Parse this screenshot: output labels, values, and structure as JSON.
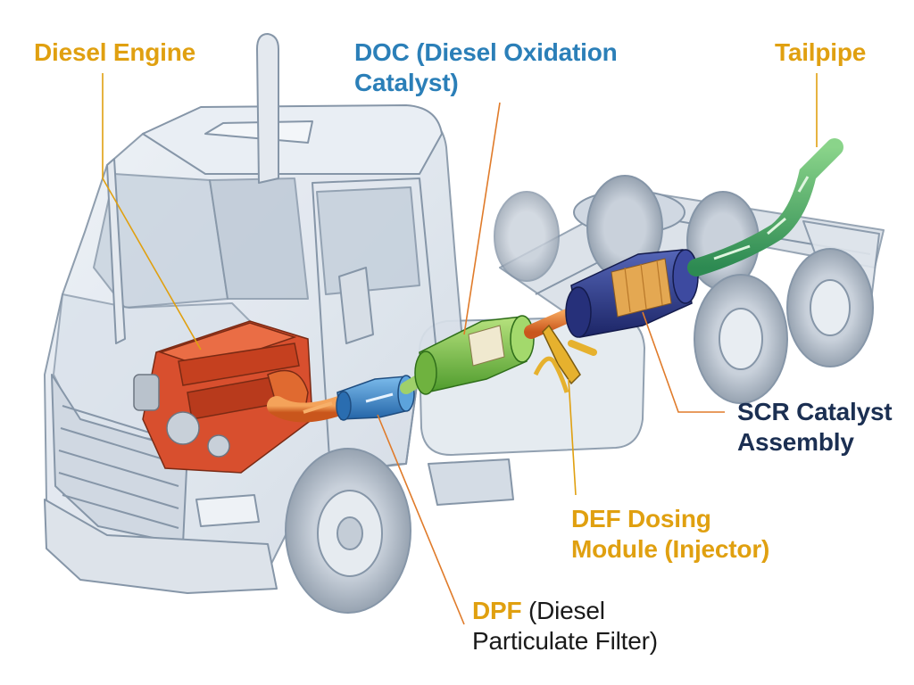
{
  "colors": {
    "label_gold": "#e0a010",
    "label_blue": "#2b7fb8",
    "label_navy": "#1b2f52",
    "label_black": "#1a1a1a",
    "truck_line": "#8696a8",
    "truck_fill": "#dde4ec",
    "engine": "#d84f2e",
    "pipe_orange": "#e2742e",
    "dpf_blue": "#3d8bd0",
    "doc_green": "#7bc34a",
    "scr_navy": "#2c3a8c",
    "tailpipe_green": "#3fae5b"
  },
  "labels": {
    "engine": {
      "line1": "Diesel Engine"
    },
    "doc": {
      "line1": "DOC (Diesel Oxidation",
      "line2": "Catalyst)"
    },
    "tailpipe": {
      "line1": "Tailpipe"
    },
    "scr": {
      "line1": "SCR Catalyst",
      "line2": "Assembly"
    },
    "def": {
      "line1": "DEF Dosing",
      "line2": "Module (Injector)"
    },
    "dpf": {
      "abbr": "DPF",
      "rest1": " (Diesel",
      "line2": "Particulate Filter)"
    }
  }
}
